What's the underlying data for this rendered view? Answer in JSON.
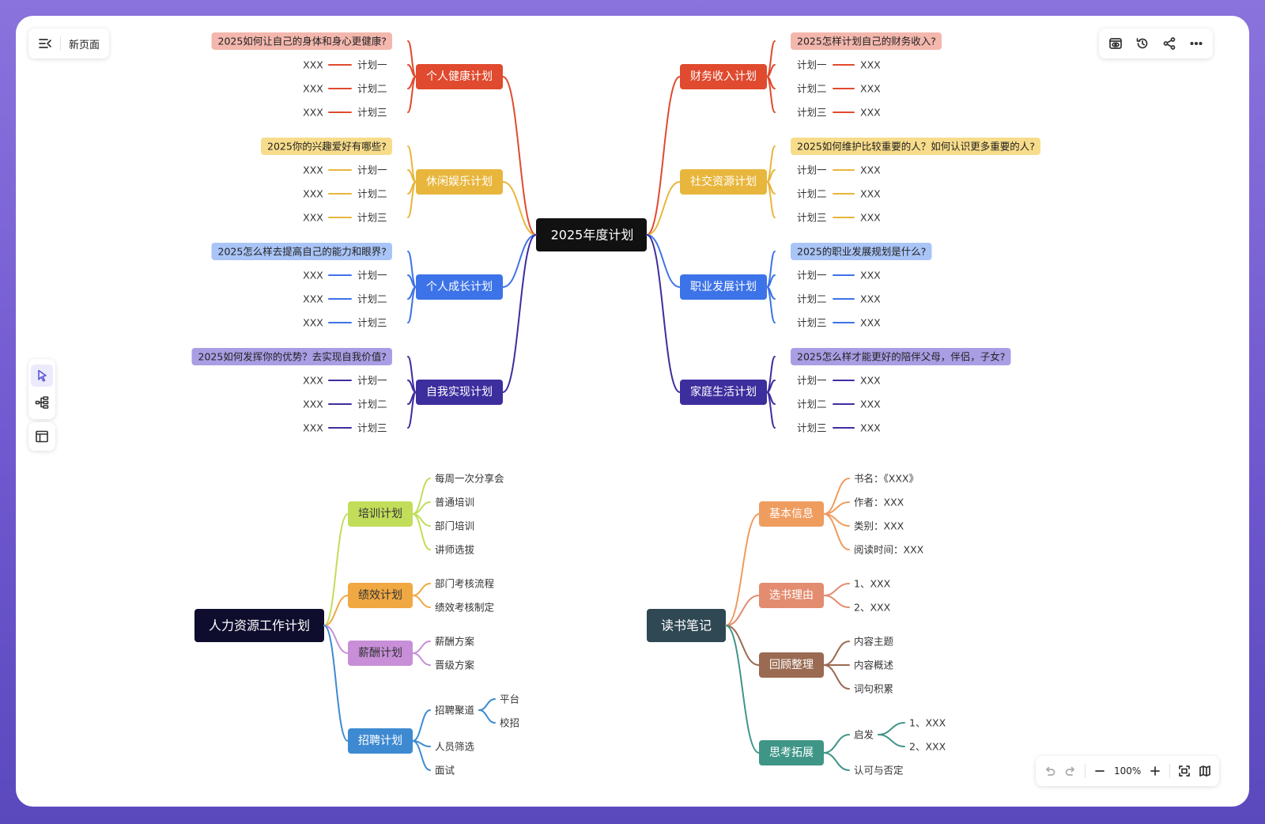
{
  "toolbar": {
    "page_name": "新页面",
    "zoom_label": "100%"
  },
  "icons": {
    "menu": "menu-collapse-icon",
    "preview": "preview-icon",
    "history": "history-icon",
    "share": "share-icon",
    "more": "more-icon",
    "select": "select-pointer-icon",
    "structure": "mindmap-structure-icon",
    "layout": "layout-panel-icon",
    "undo": "undo-icon",
    "redo": "redo-icon",
    "zoom_out": "zoom-out-icon",
    "zoom_in": "zoom-in-icon",
    "fit": "fit-screen-icon",
    "minimap": "minimap-icon"
  },
  "map2025": {
    "center": "2025年度计划",
    "branches": [
      {
        "label": "个人健康计划",
        "color": "#e04a2e",
        "question_bg": "#f4b7ad",
        "question": "2025如何让自己的身体和身心更健康?",
        "plans": [
          "计划一",
          "计划二",
          "计划三"
        ],
        "values": [
          "XXX",
          "XXX",
          "XXX"
        ]
      },
      {
        "label": "休闲娱乐计划",
        "color": "#e8b63c",
        "question_bg": "#f7dc8b",
        "question": "2025你的兴趣爱好有哪些?",
        "plans": [
          "计划一",
          "计划二",
          "计划三"
        ],
        "values": [
          "XXX",
          "XXX",
          "XXX"
        ]
      },
      {
        "label": "个人成长计划",
        "color": "#3d73e8",
        "question_bg": "#a9c4f7",
        "question": "2025怎么样去提高自己的能力和眼界?",
        "plans": [
          "计划一",
          "计划二",
          "计划三"
        ],
        "values": [
          "XXX",
          "XXX",
          "XXX"
        ]
      },
      {
        "label": "自我实现计划",
        "color": "#3d2e9e",
        "question_bg": "#a99ee4",
        "question": "2025如何发挥你的优势？去实现自我价值?",
        "plans": [
          "计划一",
          "计划二",
          "计划三"
        ],
        "values": [
          "XXX",
          "XXX",
          "XXX"
        ]
      },
      {
        "label": "财务收入计划",
        "color": "#e04a2e",
        "question_bg": "#f4b7ad",
        "question": "2025怎样计划自己的财务收入?",
        "plans": [
          "计划一",
          "计划二",
          "计划三"
        ],
        "values": [
          "XXX",
          "XXX",
          "XXX"
        ]
      },
      {
        "label": "社交资源计划",
        "color": "#e8b63c",
        "question_bg": "#f7dc8b",
        "question": "2025如何维护比较重要的人？如何认识更多重要的人?",
        "plans": [
          "计划一",
          "计划二",
          "计划三"
        ],
        "values": [
          "XXX",
          "XXX",
          "XXX"
        ]
      },
      {
        "label": "职业发展计划",
        "color": "#3d73e8",
        "question_bg": "#a9c4f7",
        "question": "2025的职业发展规划是什么?",
        "plans": [
          "计划一",
          "计划二",
          "计划三"
        ],
        "values": [
          "XXX",
          "XXX",
          "XXX"
        ]
      },
      {
        "label": "家庭生活计划",
        "color": "#3d2e9e",
        "question_bg": "#a99ee4",
        "question": "2025怎么样才能更好的陪伴父母，伴侣，子女?",
        "plans": [
          "计划一",
          "计划二",
          "计划三"
        ],
        "values": [
          "XXX",
          "XXX",
          "XXX"
        ]
      }
    ]
  },
  "hrmap": {
    "center": "人力资源工作计划",
    "branches": [
      {
        "label": "培训计划",
        "color": "#c2dd5a",
        "text_color": "#333333",
        "items": [
          "每周一次分享会",
          "普通培训",
          "部门培训",
          "讲师选拔"
        ]
      },
      {
        "label": "绩效计划",
        "color": "#f0a843",
        "text_color": "#333333",
        "items": [
          "部门考核流程",
          "绩效考核制定"
        ]
      },
      {
        "label": "薪酬计划",
        "color": "#c88fd8",
        "text_color": "#333333",
        "items": [
          "薪酬方案",
          "晋级方案"
        ]
      },
      {
        "label": "招聘计划",
        "color": "#3e8ad2",
        "text_color": "#ffffff",
        "items": [
          "招聘聚道",
          "人员筛选",
          "面试"
        ],
        "sub": [
          "平台",
          "校招"
        ]
      }
    ]
  },
  "readmap": {
    "center": "读书笔记",
    "branches": [
      {
        "label": "基本信息",
        "color": "#ef9c5f",
        "items": [
          "书名：《XXX》",
          "作者：XXX",
          "类别：XXX",
          "阅读时间：XXX"
        ]
      },
      {
        "label": "选书理由",
        "color": "#e38c6f",
        "items": [
          "1、XXX",
          "2、XXX"
        ]
      },
      {
        "label": "回顾整理",
        "color": "#9a6a52",
        "items": [
          "内容主题",
          "内容概述",
          "词句积累"
        ]
      },
      {
        "label": "思考拓展",
        "color": "#3f9687",
        "items": [
          "启发",
          "认可与否定"
        ],
        "sub": [
          "1、XXX",
          "2、XXX"
        ]
      }
    ]
  }
}
